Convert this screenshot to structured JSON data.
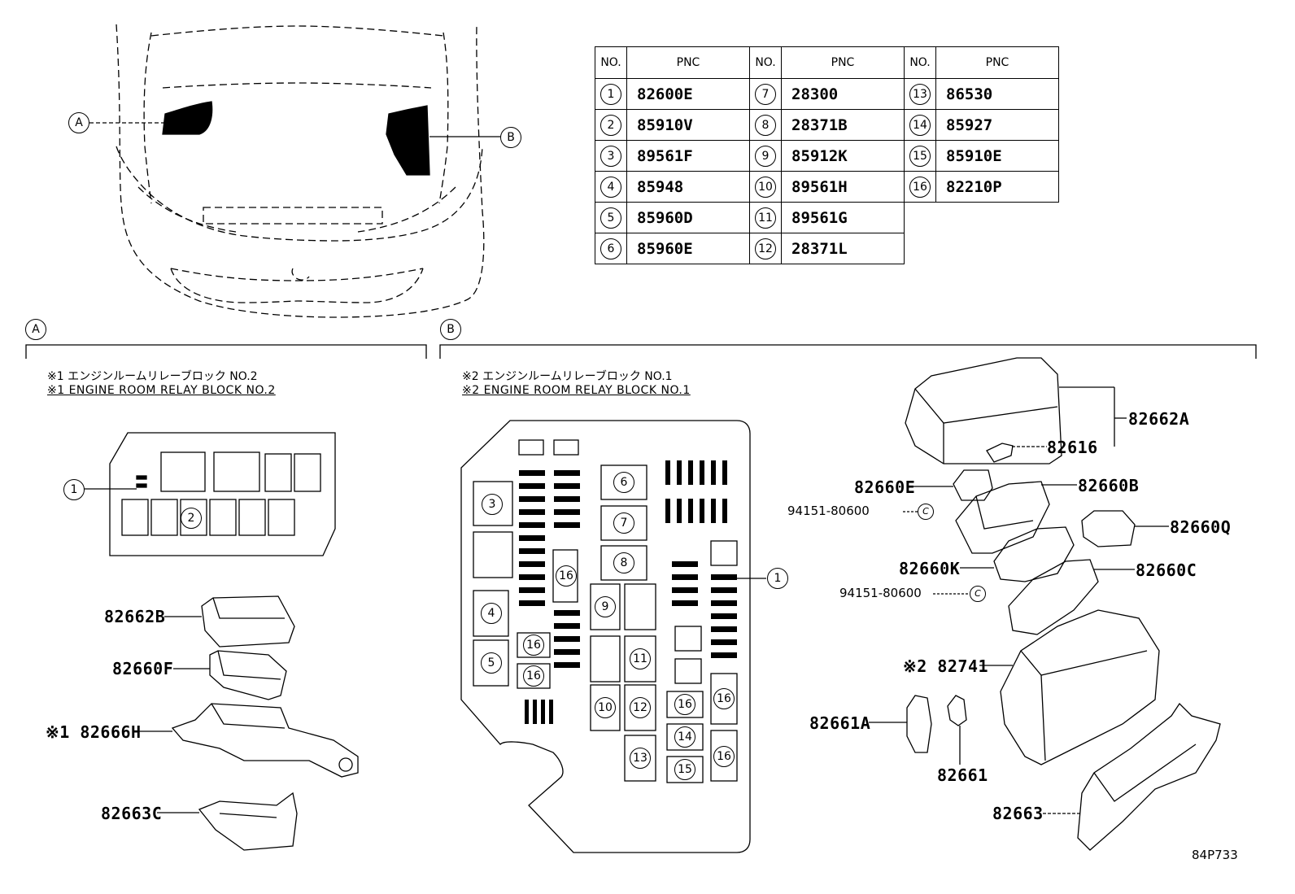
{
  "table": {
    "header": {
      "no": "NO.",
      "pnc": "PNC"
    },
    "rows": [
      [
        {
          "no": "1",
          "pnc": "82600E"
        },
        {
          "no": "7",
          "pnc": "28300"
        },
        {
          "no": "13",
          "pnc": "86530"
        }
      ],
      [
        {
          "no": "2",
          "pnc": "85910V"
        },
        {
          "no": "8",
          "pnc": "28371B"
        },
        {
          "no": "14",
          "pnc": "85927"
        }
      ],
      [
        {
          "no": "3",
          "pnc": "89561F"
        },
        {
          "no": "9",
          "pnc": "85912K"
        },
        {
          "no": "15",
          "pnc": "85910E"
        }
      ],
      [
        {
          "no": "4",
          "pnc": "85948"
        },
        {
          "no": "10",
          "pnc": "89561H"
        },
        {
          "no": "16",
          "pnc": "82210P"
        }
      ],
      [
        {
          "no": "5",
          "pnc": "85960D"
        },
        {
          "no": "11",
          "pnc": "89561G"
        },
        null
      ],
      [
        {
          "no": "6",
          "pnc": "85960E"
        },
        {
          "no": "12",
          "pnc": "28371L"
        },
        null
      ]
    ]
  },
  "callouts": {
    "a": "A",
    "b": "B"
  },
  "section_a": {
    "label": "A",
    "caption_jp": "※1 エンジンルームリレーブロック NO.2",
    "caption_en": "※1 ENGINE ROOM RELAY BLOCK NO.2",
    "relay_numbers": {
      "one": "1",
      "two": "2"
    },
    "parts": {
      "p82662B": "82662B",
      "p82660F": "82660F",
      "p82666H": "※1 82666H",
      "p82663C": "82663C"
    }
  },
  "section_b": {
    "label": "B",
    "caption_jp": "※2 エンジンルームリレーブロック NO.1",
    "caption_en": "※2 ENGINE ROOM RELAY BLOCK NO.1",
    "parts": {
      "p82662A": "82662A",
      "p82616": "82616",
      "p82660E": "82660E",
      "p82660B": "82660B",
      "p94151a": "94151-80600",
      "p82660Q": "82660Q",
      "p82660K": "82660K",
      "p82660C": "82660C",
      "p94151b": "94151-80600",
      "p82741": "※2 82741",
      "p82661A": "82661A",
      "p82661": "82661",
      "p82663": "82663"
    },
    "clip_symbol": "C"
  },
  "relay_numbers_b": [
    "1",
    "3",
    "4",
    "5",
    "6",
    "7",
    "8",
    "9",
    "10",
    "11",
    "12",
    "13",
    "14",
    "15",
    "16"
  ],
  "figure_code": "84P733"
}
